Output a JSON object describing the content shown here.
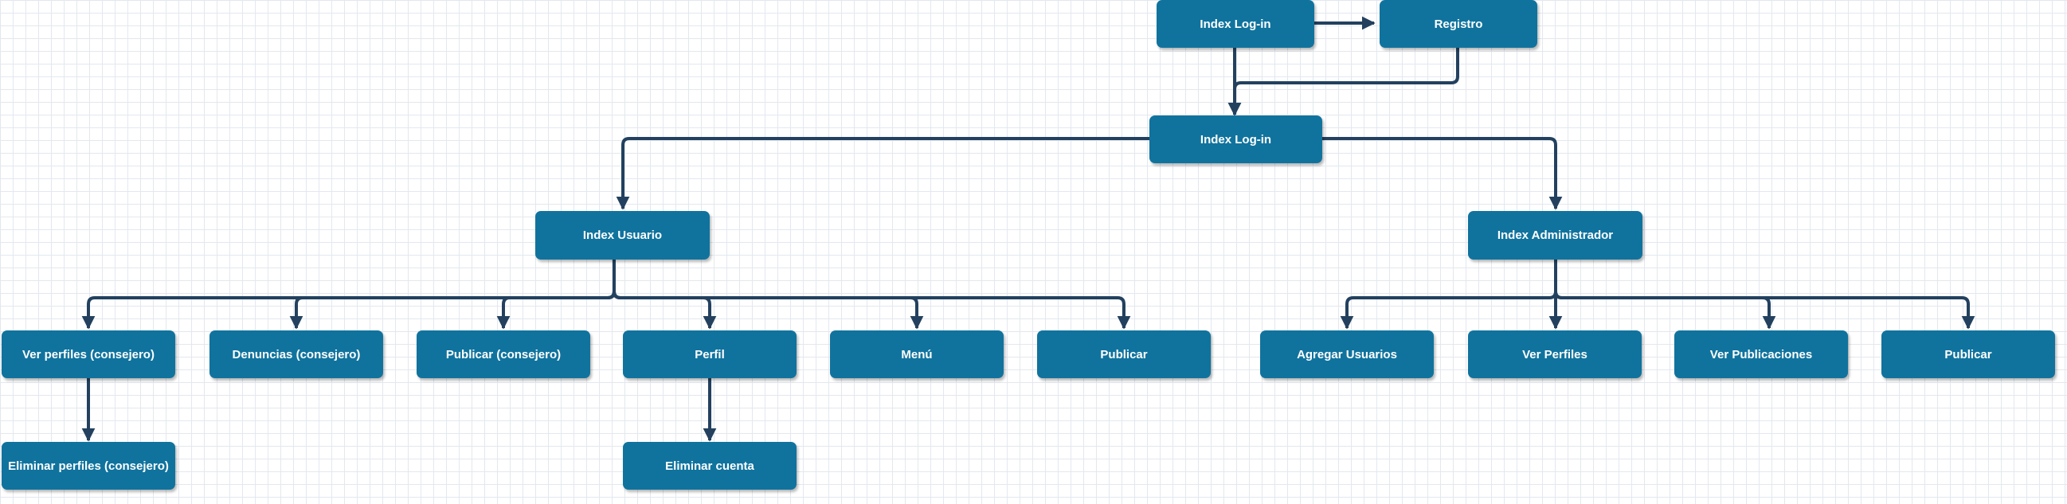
{
  "diagram": {
    "colors": {
      "node_fill": "#10739e",
      "node_text": "#ffffff",
      "connector": "#23415f",
      "grid": "#e3e8ee"
    },
    "nodes": {
      "login_top": "Index Log-in",
      "registro": "Registro",
      "login_main": "Index Log-in",
      "index_usuario": "Index Usuario",
      "index_admin": "Index Administrador",
      "ver_perfiles_consejero": "Ver perfiles (consejero)",
      "denuncias_consejero": "Denuncias (consejero)",
      "publicar_consejero": "Publicar (consejero)",
      "perfil": "Perfil",
      "menu": "Menú",
      "publicar_usuario": "Publicar",
      "agregar_usuarios": "Agregar Usuarios",
      "ver_perfiles_admin": "Ver Perfiles",
      "ver_publicaciones": "Ver Publicaciones",
      "publicar_admin": "Publicar",
      "eliminar_perfiles_consejero": "Eliminar perfiles (consejero)",
      "eliminar_cuenta": "Eliminar cuenta"
    },
    "edges": [
      {
        "from": "login_top",
        "to": "registro"
      },
      {
        "from": "login_top",
        "to": "login_main"
      },
      {
        "from": "registro",
        "to": "login_main"
      },
      {
        "from": "login_main",
        "to": "index_usuario"
      },
      {
        "from": "login_main",
        "to": "index_admin"
      },
      {
        "from": "index_usuario",
        "to": "ver_perfiles_consejero"
      },
      {
        "from": "index_usuario",
        "to": "denuncias_consejero"
      },
      {
        "from": "index_usuario",
        "to": "publicar_consejero"
      },
      {
        "from": "index_usuario",
        "to": "perfil"
      },
      {
        "from": "index_usuario",
        "to": "menu"
      },
      {
        "from": "index_usuario",
        "to": "publicar_usuario"
      },
      {
        "from": "index_admin",
        "to": "agregar_usuarios"
      },
      {
        "from": "index_admin",
        "to": "ver_perfiles_admin"
      },
      {
        "from": "index_admin",
        "to": "ver_publicaciones"
      },
      {
        "from": "index_admin",
        "to": "publicar_admin"
      },
      {
        "from": "ver_perfiles_consejero",
        "to": "eliminar_perfiles_consejero"
      },
      {
        "from": "perfil",
        "to": "eliminar_cuenta"
      }
    ]
  }
}
